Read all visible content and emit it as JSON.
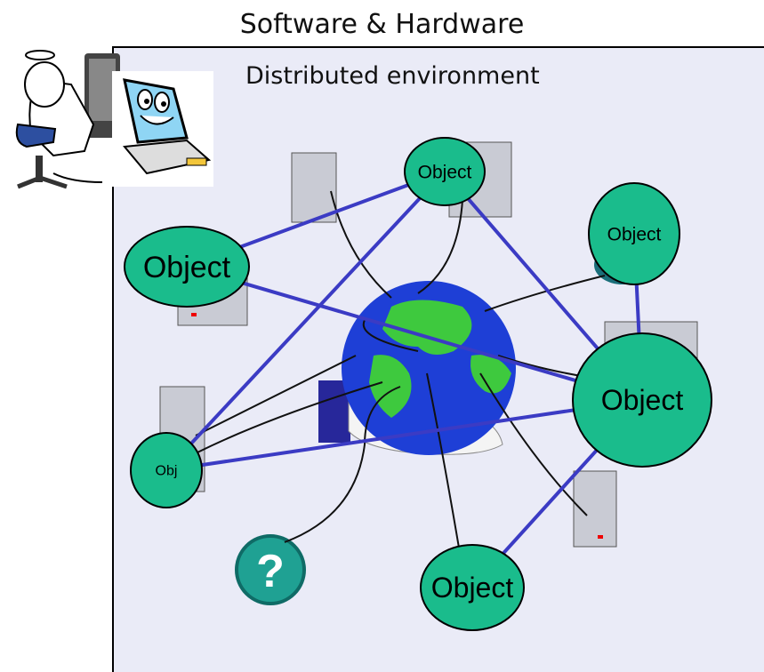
{
  "title": "Software & Hardware",
  "subtitle": "Distributed environment",
  "nodes": [
    {
      "id": "n1",
      "label": "Object"
    },
    {
      "id": "n2",
      "label": "Object"
    },
    {
      "id": "n3",
      "label": "Object"
    },
    {
      "id": "n4",
      "label": "Object"
    },
    {
      "id": "n5",
      "label": "Obj"
    },
    {
      "id": "n6",
      "label": "Object"
    }
  ],
  "links": [
    [
      "n1",
      "n2"
    ],
    [
      "n1",
      "n4"
    ],
    [
      "n2",
      "n5"
    ],
    [
      "n2",
      "n4"
    ],
    [
      "n3",
      "n4"
    ],
    [
      "n5",
      "n4"
    ],
    [
      "n4",
      "n6"
    ]
  ],
  "colors": {
    "panel": "#eaebf7",
    "node_fill": "#1abc8c",
    "link": "#3b3bc4",
    "cable": "#111111",
    "globe_ocean": "#1e3fd6",
    "globe_land": "#3ec93e"
  },
  "icons": [
    "angel-user-icon",
    "smiling-laptop-icon",
    "globe-icon",
    "help-icon",
    "server-icon"
  ]
}
